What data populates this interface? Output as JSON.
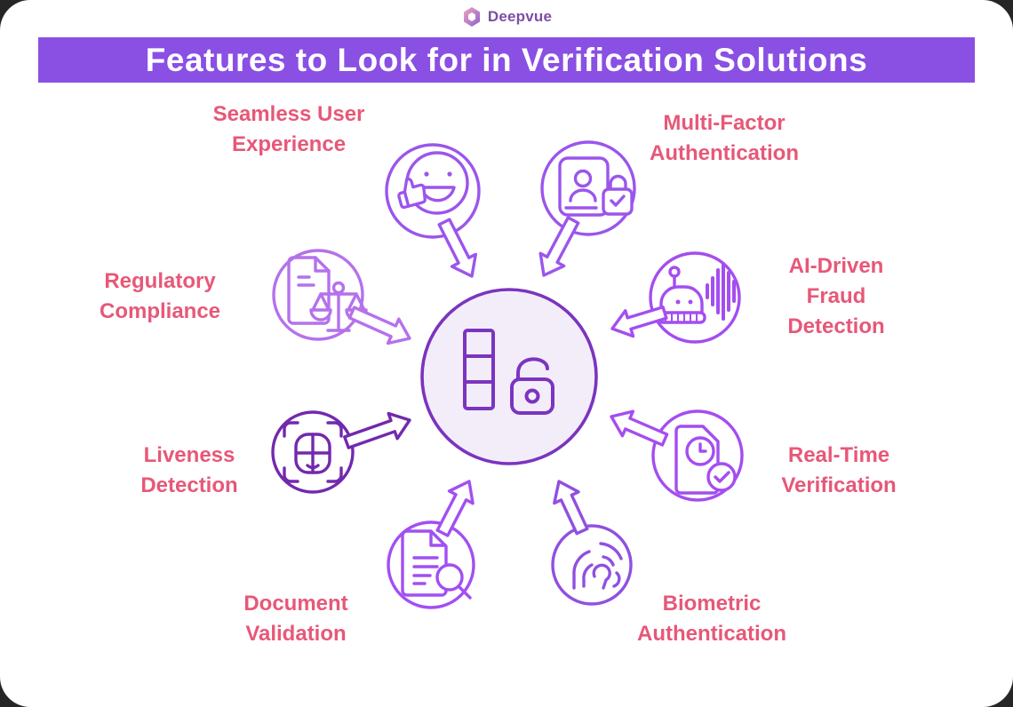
{
  "brand": {
    "name": "Deepvue",
    "text_color": "#7C4EA5",
    "icon_gradient": [
      "#F0A3BC",
      "#8F5FD0"
    ]
  },
  "title": {
    "text": "Features to Look for in Verification Solutions",
    "bg_color": "#8A4FE3",
    "text_color": "#FFFFFF"
  },
  "label_color": "#E75878",
  "center": {
    "icon": "stack-and-lock-icon",
    "fill": "#F3EDFA",
    "stroke": "#7B34BF"
  },
  "features": [
    {
      "id": "seamless-user-experience",
      "label": "Seamless User\nExperience",
      "icon": "smiley-thumbs-up-icon",
      "stroke": "#9B55EC"
    },
    {
      "id": "multi-factor-authentication",
      "label": "Multi-Factor\nAuthentication",
      "icon": "id-card-lock-icon",
      "stroke": "#9B55EC"
    },
    {
      "id": "ai-driven-fraud-detection",
      "label": "AI-Driven\nFraud\nDetection",
      "icon": "robot-voice-waves-icon",
      "stroke": "#A44DF0"
    },
    {
      "id": "real-time-verification",
      "label": "Real-Time\nVerification",
      "icon": "document-clock-check-icon",
      "stroke": "#A44DF0"
    },
    {
      "id": "biometric-authentication",
      "label": "Biometric\nAuthentication",
      "icon": "fingerprint-icon",
      "stroke": "#9050E0"
    },
    {
      "id": "document-validation",
      "label": "Document\nValidation",
      "icon": "document-magnifier-icon",
      "stroke": "#A24FF2"
    },
    {
      "id": "liveness-detection",
      "label": "Liveness\nDetection",
      "icon": "face-scan-icon",
      "stroke": "#7229AE"
    },
    {
      "id": "regulatory-compliance",
      "label": "Regulatory\nCompliance",
      "icon": "document-scales-icon",
      "stroke": "#B571EC"
    }
  ]
}
